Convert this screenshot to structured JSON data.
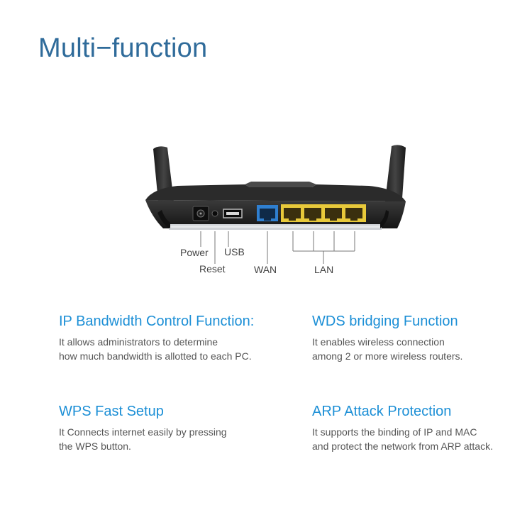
{
  "title": "Multi−function",
  "ports": {
    "power": "Power",
    "reset": "Reset",
    "usb": "USB",
    "wan": "WAN",
    "lan": "LAN"
  },
  "features": [
    {
      "heading": "IP Bandwidth Control Function:",
      "lines": [
        "It allows administrators to determine",
        "how much bandwidth is allotted to each PC."
      ]
    },
    {
      "heading": "WDS bridging Function",
      "lines": [
        "It enables wireless connection",
        "among 2 or more wireless routers."
      ]
    },
    {
      "heading": "WPS Fast Setup",
      "lines": [
        "It Connects internet easily by pressing",
        "the WPS button."
      ]
    },
    {
      "heading": "ARP Attack Protection",
      "lines": [
        "It supports the binding of IP and MAC",
        "and protect the network from ARP attack."
      ]
    }
  ],
  "colors": {
    "title": "#2f6b9a",
    "feature_heading": "#1c8fd6",
    "wan_port": "#2f7fd0",
    "lan_port": "#e8c93a"
  }
}
